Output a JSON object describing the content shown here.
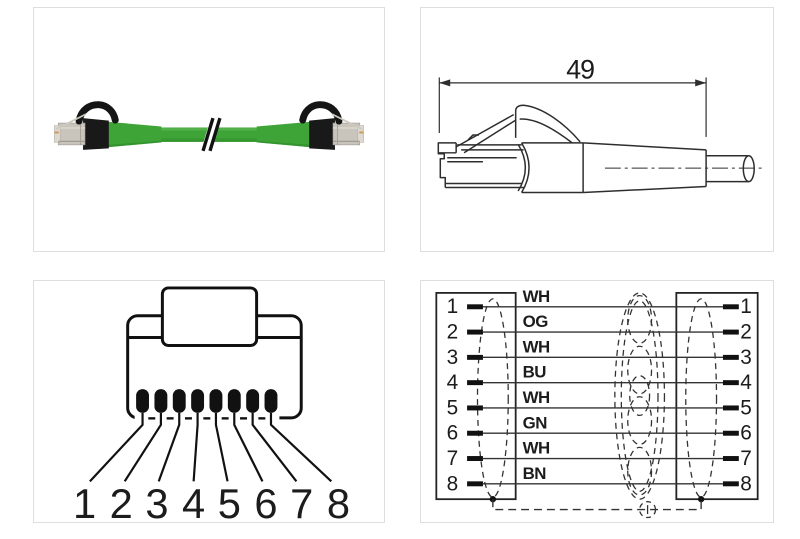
{
  "product_photo": {
    "alt": "Green Ethernet patch cable with two RJ45 plugs and length break mark",
    "colors": {
      "cable_green": "#3EA437",
      "cable_green_shade": "#2F8C2C",
      "connector_black": "#1A1A1A",
      "plug_silver": "#C9C5BC",
      "plug_tip": "#DED9D0"
    }
  },
  "dimension_drawing": {
    "length_label": "49"
  },
  "pinout_diagram": {
    "pins": [
      "1",
      "2",
      "3",
      "4",
      "5",
      "6",
      "7",
      "8"
    ]
  },
  "wiring_diagram": {
    "left_pins": [
      "1",
      "2",
      "3",
      "4",
      "5",
      "6",
      "7",
      "8"
    ],
    "right_pins": [
      "1",
      "2",
      "3",
      "4",
      "5",
      "6",
      "7",
      "8"
    ],
    "wire_colors": [
      "WH",
      "OG",
      "WH",
      "BU",
      "WH",
      "GN",
      "WH",
      "BN"
    ]
  },
  "colors": {
    "line": "#2E2E2E",
    "panel_border": "#DEDEDE",
    "background": "#FFFFFF"
  }
}
